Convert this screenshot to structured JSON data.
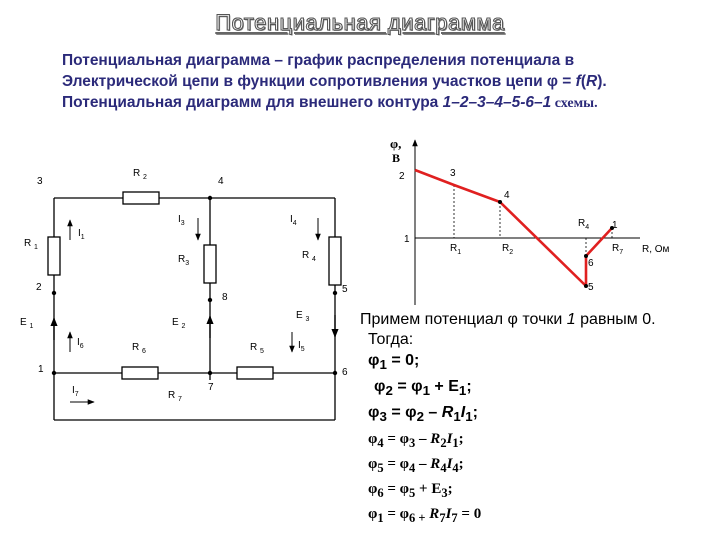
{
  "title": "Потенциальная диаграмма",
  "intro": {
    "line1": "Потенциальная диаграмма – график распределения потенциала в",
    "line2_a": "Электрической цепи  в функции сопротивления участков  цепи φ = ",
    "line2_b": "f",
    "line2_c": "(",
    "line2_d": "R",
    "line2_e": ").",
    "line3_a": "Потенциальная диаграмм для внешнего контура ",
    "line3_b": "1–2–3–4–5-6–1",
    "line3_c": " схемы."
  },
  "circuit": {
    "nodes": [
      "1",
      "2",
      "3",
      "4",
      "5",
      "6",
      "7",
      "8"
    ],
    "resistors": {
      "r1": "R",
      "r1s": "1",
      "r2": "R",
      "r2s": "2",
      "r3": "R",
      "r3s": "3",
      "r4": "R",
      "r4s": "4",
      "r5": "R",
      "r5s": "5",
      "r6": "R",
      "r6s": "6",
      "r7": "R",
      "r7s": "7"
    },
    "sources": {
      "e1": "E",
      "e1s": "1",
      "e2": "E",
      "e2s": "2",
      "e3": "E",
      "e3s": "3"
    },
    "currents": {
      "i1": "I",
      "i1s": "1",
      "i3": "I",
      "i3s": "3",
      "i4": "I",
      "i4s": "4",
      "i6": "I",
      "i6s": "6",
      "i7": "I",
      "i7s": "7"
    }
  },
  "plot": {
    "y_axis": "φ,",
    "y_unit": "В",
    "x_axis": "R, Ом",
    "points": [
      "1",
      "2",
      "3",
      "4",
      "5",
      "6",
      "1"
    ],
    "r_ticks": {
      "r1": "R",
      "r1s": "1",
      "r2": "R",
      "r2s": "2",
      "r4": "R",
      "r4s": "4",
      "r7": "R",
      "r7s": "7"
    },
    "line_color": "#e02020"
  },
  "equations": {
    "intro_a": "Примем потенциал φ точки ",
    "intro_b": "1",
    "intro_c": " равным 0.",
    "then": "Тогда:",
    "eq1_a": "φ",
    "eq1_s": "1",
    "eq1_b": " = 0;",
    "eq2_a": "φ",
    "eq2_s": "2",
    "eq2_b": " = φ",
    "eq2_s2": "1",
    "eq2_c": " + E",
    "eq2_s3": "1",
    "eq2_d": ";",
    "eq3_a": "φ",
    "eq3_s": "3",
    "eq3_b": " = φ",
    "eq3_s2": "2",
    "eq3_c": " – ",
    "eq3_d": "R",
    "eq3_s3": "1",
    "eq3_e": "I",
    "eq3_s4": "1",
    "eq3_f": ";",
    "eq4_a": "φ",
    "eq4_s": "4",
    "eq4_b": " = φ",
    "eq4_s2": "3",
    "eq4_c": " – ",
    "eq4_d": "R",
    "eq4_s3": "2",
    "eq4_e": "I",
    "eq4_s4": "1",
    "eq4_f": ";",
    "eq5_a": "φ",
    "eq5_s": "5",
    "eq5_b": " = φ",
    "eq5_s2": "4",
    "eq5_c": " – ",
    "eq5_d": "R",
    "eq5_s3": "4",
    "eq5_e": "I",
    "eq5_s4": "4",
    "eq5_f": ";",
    "eq6_a": "φ",
    "eq6_s": "6",
    "eq6_b": " = φ",
    "eq6_s2": "5",
    "eq6_c": " + E",
    "eq6_s3": "3",
    "eq6_d": ";",
    "eq7_a": "φ",
    "eq7_s": "1",
    "eq7_b": " = φ",
    "eq7_s2": "6 +",
    "eq7_c": " ",
    "eq7_d": "R",
    "eq7_s3": "7",
    "eq7_e": "I",
    "eq7_s4": "7",
    "eq7_f": " = 0"
  }
}
